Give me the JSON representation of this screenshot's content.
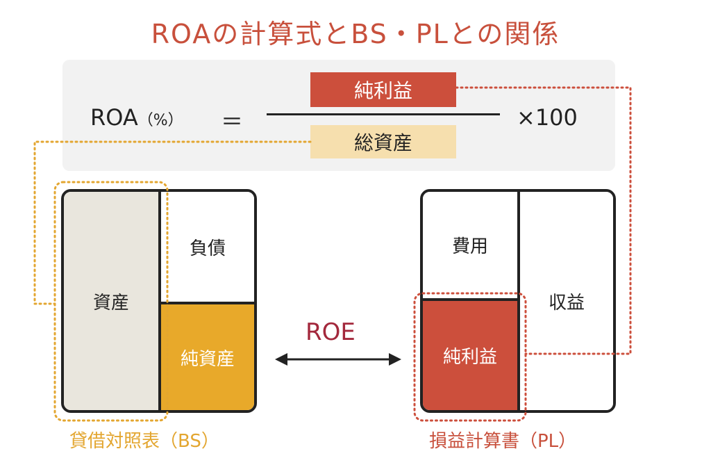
{
  "title": "ROAの計算式とBS・PLとの関係",
  "formula": {
    "lhs": "ROA",
    "lhs_unit": "（%）",
    "equals": "＝",
    "numerator": "純利益",
    "denominator": "総資産",
    "multiplier": "×100"
  },
  "bs": {
    "assets": "資産",
    "liabilities": "負債",
    "net_assets": "純資産",
    "caption": "貸借対照表（BS）"
  },
  "pl": {
    "expenses": "費用",
    "net_income": "純利益",
    "revenue": "収益",
    "caption": "損益計算書（PL）"
  },
  "roe_label": "ROE",
  "colors": {
    "title": "#c8503c",
    "numerator_bg": "#cc4f3c",
    "denominator_bg": "#f6dfae",
    "assets_bg": "#e9e6dd",
    "net_assets_bg": "#e8a92a",
    "net_income_bg": "#cc4f3c",
    "caption_bs": "#e3a630",
    "caption_pl": "#c8503c",
    "dotted_orange": "#e3a630",
    "dotted_red": "#cc4f3c",
    "roe_text": "#a3283c"
  }
}
